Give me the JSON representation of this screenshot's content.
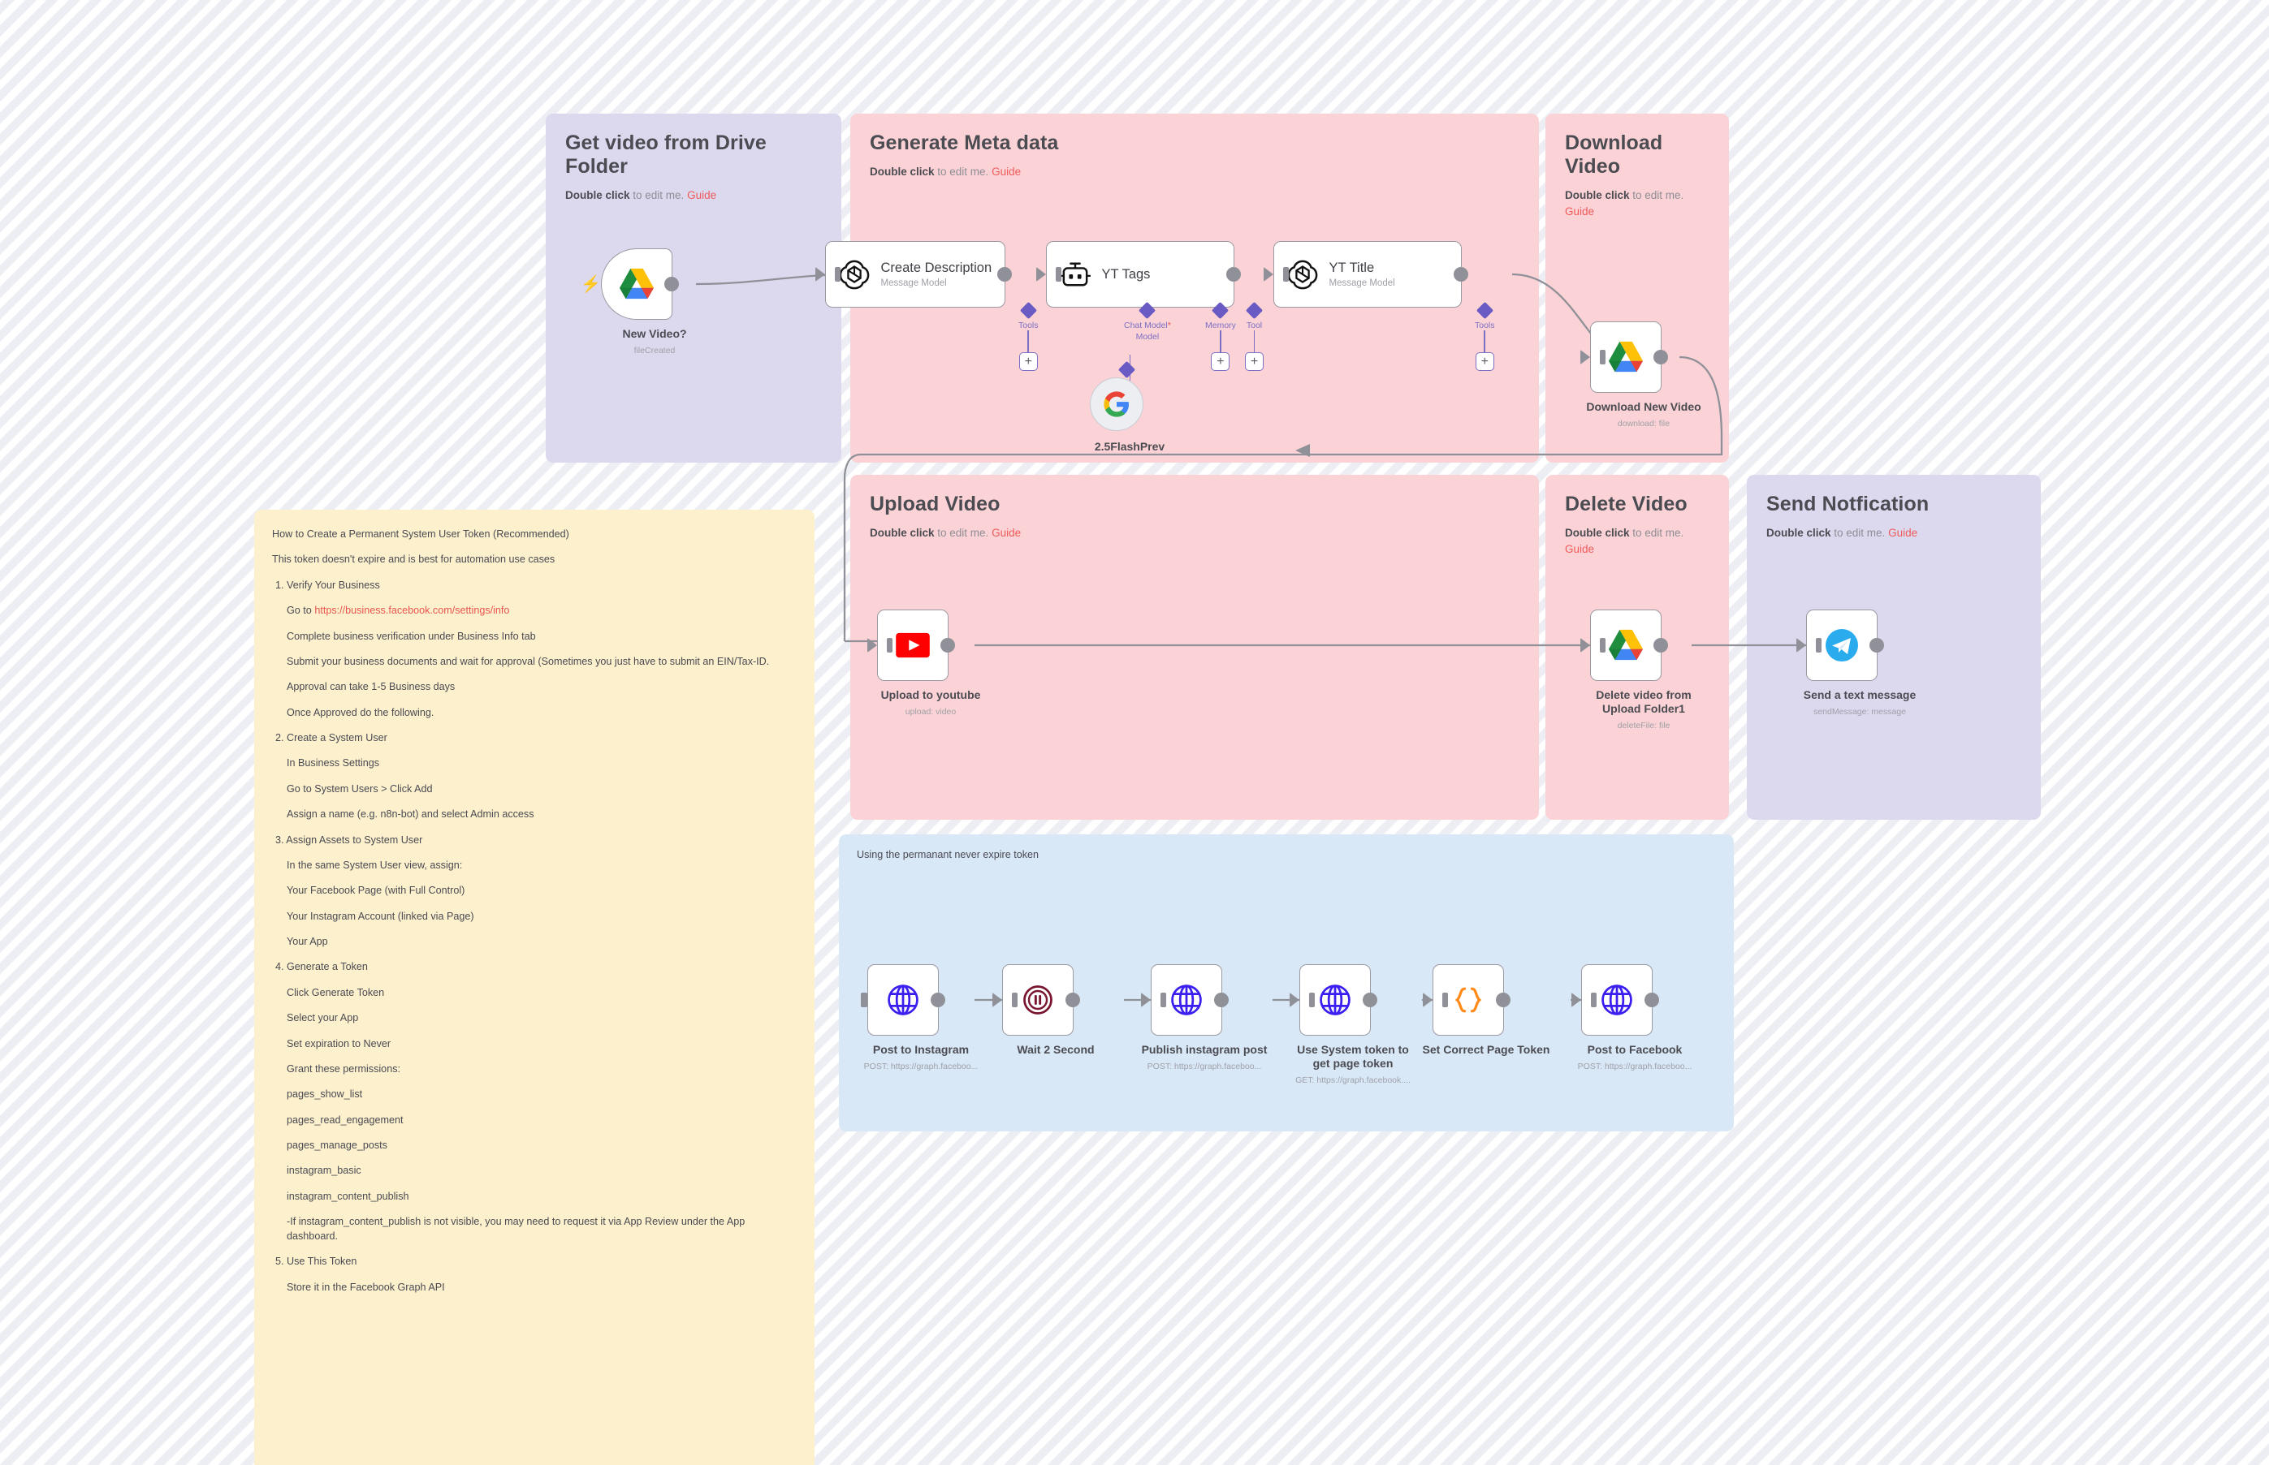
{
  "canvas": {
    "background_color": "#f7f7fa"
  },
  "sticky_notes": [
    {
      "id": "get-video",
      "title": "Get video from Drive Folder",
      "hint_bold": "Double click",
      "hint_rest": " to edit me. ",
      "guide": "Guide",
      "color": "#dcd9ef"
    },
    {
      "id": "generate-meta",
      "title": "Generate Meta data",
      "hint_bold": "Double click",
      "hint_rest": " to edit me. ",
      "guide": "Guide",
      "color": "#fbd3d6"
    },
    {
      "id": "download-video",
      "title": "Download Video",
      "hint_bold": "Double click",
      "hint_rest": " to edit me. ",
      "guide": "Guide",
      "color": "#fbd3d6"
    },
    {
      "id": "upload-video",
      "title": "Upload Video",
      "hint_bold": "Double click",
      "hint_rest": " to edit me. ",
      "guide": "Guide",
      "color": "#fbd3d6"
    },
    {
      "id": "delete-video",
      "title": "Delete Video",
      "hint_bold": "Double click",
      "hint_rest": " to edit me. ",
      "guide": "Guide",
      "color": "#fbd3d6"
    },
    {
      "id": "send-notification",
      "title": "Send Notfication",
      "hint_bold": "Double click",
      "hint_rest": " to edit me. ",
      "guide": "Guide",
      "color": "#dcd9ef"
    },
    {
      "id": "token-note",
      "title": "Using the permanant never expire token",
      "color": "#d9e8f7"
    }
  ],
  "yellow_note": {
    "color": "#fcf0cd",
    "lines": [
      {
        "text": "How to Create a Permanent System User Token (Recommended)",
        "style": "h1"
      },
      {
        "text": "This token doesn't expire and is best for automation use cases",
        "style": "h1"
      },
      {
        "text": "1. Verify Your Business",
        "style": "num"
      },
      {
        "text": "Go to ",
        "link": "https://business.facebook.com/settings/info",
        "style": "ind"
      },
      {
        "text": "Complete business verification under Business Info tab",
        "style": "ind"
      },
      {
        "text": "Submit your business documents and wait for approval (Sometimes you just have to submit an EIN/Tax-ID.",
        "style": "ind"
      },
      {
        "text": "Approval can take 1-5 Business days",
        "style": "ind"
      },
      {
        "text": "Once Approved do the following.",
        "style": "ind"
      },
      {
        "text": "2. Create a System User",
        "style": "num"
      },
      {
        "text": "In Business Settings",
        "style": "ind"
      },
      {
        "text": "Go to System Users > Click Add",
        "style": "ind"
      },
      {
        "text": "Assign a name (e.g. n8n-bot) and select Admin access",
        "style": "ind"
      },
      {
        "text": "3. Assign Assets to System User",
        "style": "num"
      },
      {
        "text": "In the same System User view, assign:",
        "style": "ind"
      },
      {
        "text": "Your Facebook Page (with Full Control)",
        "style": "ind"
      },
      {
        "text": "Your Instagram Account (linked via Page)",
        "style": "ind"
      },
      {
        "text": "Your App",
        "style": "ind"
      },
      {
        "text": "4. Generate a Token",
        "style": "num"
      },
      {
        "text": "Click Generate Token",
        "style": "ind"
      },
      {
        "text": "Select your App",
        "style": "ind"
      },
      {
        "text": "Set expiration to Never",
        "style": "ind"
      },
      {
        "text": "Grant these permissions:",
        "style": "ind"
      },
      {
        "text": "pages_show_list",
        "style": "ind"
      },
      {
        "text": "pages_read_engagement",
        "style": "ind"
      },
      {
        "text": "pages_manage_posts",
        "style": "ind"
      },
      {
        "text": "instagram_basic",
        "style": "ind"
      },
      {
        "text": "instagram_content_publish",
        "style": "ind"
      },
      {
        "text": "-If instagram_content_publish is not visible, you may need to request it via App Review under the App dashboard.",
        "style": "ind"
      },
      {
        "text": "5. Use This Token",
        "style": "num"
      },
      {
        "text": "Store it in the Facebook Graph API",
        "style": "ind"
      }
    ]
  },
  "nodes": {
    "new_video": {
      "caption": "New Video?",
      "subcaption": "fileCreated",
      "icon": "google-drive-icon"
    },
    "create_description": {
      "title": "Create Description",
      "subtitle": "Message Model",
      "icon": "openai-icon"
    },
    "yt_tags": {
      "title": "YT Tags",
      "subtitle": "",
      "icon": "ai-agent-robot-icon"
    },
    "yt_title": {
      "title": "YT Title",
      "subtitle": "Message Model",
      "icon": "openai-icon"
    },
    "flash_model": {
      "caption": "2.5FlashPrev",
      "icon": "google-gemini-icon"
    },
    "download_new_video": {
      "caption": "Download New Video",
      "subcaption": "download: file",
      "icon": "google-drive-icon"
    },
    "upload_to_youtube": {
      "caption": "Upload to youtube",
      "subcaption": "upload: video",
      "icon": "youtube-icon"
    },
    "delete_video": {
      "caption": "Delete video from Upload Folder1",
      "subcaption": "deleteFile: file",
      "icon": "google-drive-icon"
    },
    "send_text_message": {
      "caption": "Send a text message",
      "subcaption": "sendMessage: message",
      "icon": "telegram-icon"
    },
    "post_to_instagram": {
      "caption": "Post to Instagram",
      "subcaption": "POST: https://graph.faceboo...",
      "icon": "http-request-globe-icon"
    },
    "wait_2_second": {
      "caption": "Wait 2 Second",
      "subcaption": "",
      "icon": "wait-pause-icon"
    },
    "publish_instagram_post": {
      "caption": "Publish instagram post",
      "subcaption": "POST: https://graph.faceboo...",
      "icon": "http-request-globe-icon"
    },
    "use_system_token": {
      "caption": "Use System token to get page token",
      "subcaption": "GET: https://graph.facebook....",
      "icon": "http-request-globe-icon"
    },
    "set_correct_page_token": {
      "caption": "Set Correct Page Token",
      "subcaption": "",
      "icon": "code-braces-icon"
    },
    "post_to_facebook": {
      "caption": "Post to Facebook",
      "subcaption": "POST: https://graph.faceboo...",
      "icon": "http-request-globe-icon"
    }
  },
  "sub_ports": {
    "create_description_tools": "Tools",
    "yt_tags_chat_model": "Chat Model",
    "yt_tags_chat_model_required": "*",
    "yt_tags_model": "Model",
    "yt_tags_memory": "Memory",
    "yt_tags_tool": "Tool",
    "yt_title_tools": "Tools",
    "plus_label": "+"
  }
}
